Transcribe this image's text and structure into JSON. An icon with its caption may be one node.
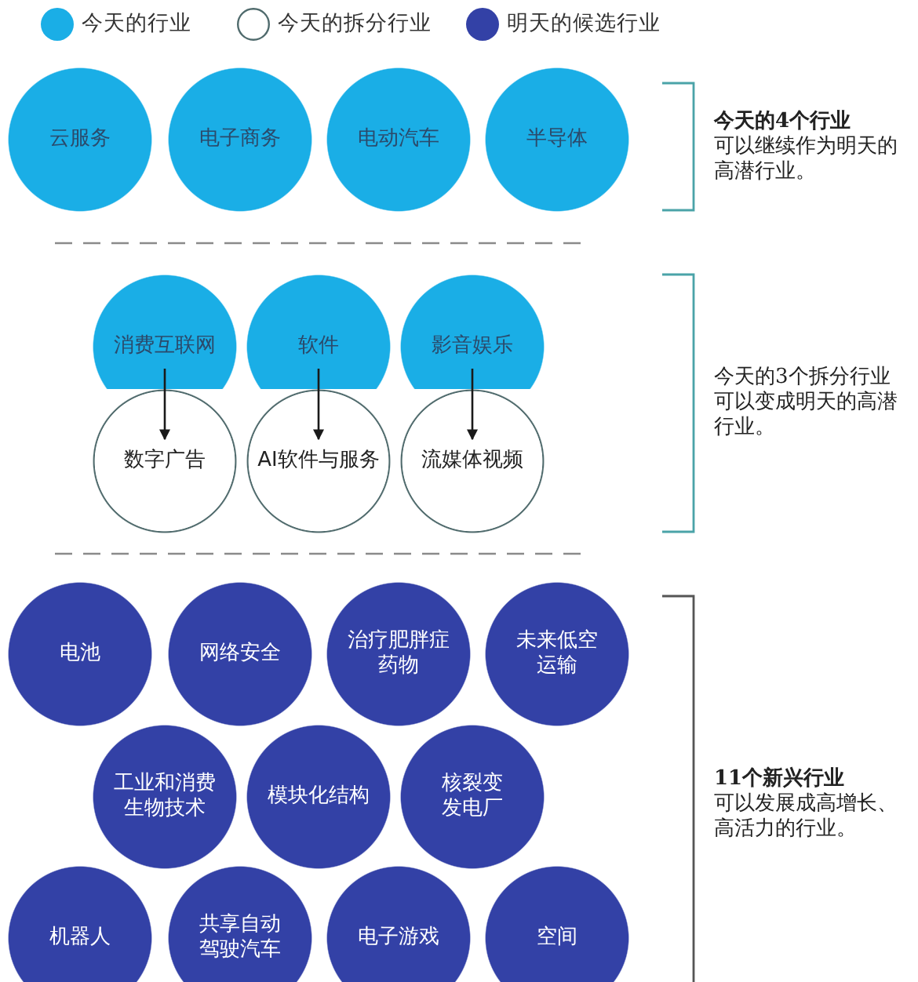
{
  "diagram": {
    "nodes": [
      {
        "text": [
          "云服务"
        ]
      },
      {
        "text": [
          "电子商务"
        ]
      },
      {
        "text": [
          "电动汽车"
        ]
      },
      {
        "text": [
          "半导体"
        ]
      },
      {
        "text": [
          "消费互联网"
        ]
      },
      {
        "text": [
          "软件"
        ]
      },
      {
        "text": [
          "影音娱乐"
        ]
      },
      {
        "text": [
          "数字广告"
        ]
      },
      {
        "text": [
          "AI软件与服务"
        ]
      },
      {
        "text": [
          "流媒体视频"
        ]
      },
      {
        "text": [
          "电池"
        ]
      },
      {
        "text": [
          "网络安全"
        ]
      },
      {
        "text": [
          "治疗肥胖症药物"
        ]
      },
      {
        "text": [
          "未来低空运输"
        ]
      },
      {
        "text": [
          "工业和消费生物技术"
        ]
      },
      {
        "text": [
          "模块化结构"
        ]
      },
      {
        "text": [
          "核裂变发电厂"
        ]
      },
      {
        "text": [
          "机器人"
        ]
      },
      {
        "text": [
          "共享自动驾驶汽车"
        ]
      },
      {
        "text": [
          "电子游戏"
        ]
      },
      {
        "text": [
          "空间"
        ]
      }
    ],
    "edges": [
      {
        "from": 4,
        "to": 7,
        "arrow": "to"
      },
      {
        "from": 5,
        "to": 8,
        "arrow": "to"
      },
      {
        "from": 6,
        "to": 9,
        "arrow": "to"
      }
    ],
    "labels": [
      "今天的4个行业",
      "可以继续作为明天的高潜行业。",
      "今天的3个拆分行业",
      "可以变成明天的高潜行业。",
      "11个新兴行业",
      "可以发展成高增长、高活力的行业。"
    ],
    "legend": [
      {
        "text": "今天的行业",
        "color": "#1aaee6"
      },
      {
        "text": "今天的拆分行业"
      },
      {
        "text": "明天的候选行业",
        "color": "#3341a6"
      }
    ]
  }
}
